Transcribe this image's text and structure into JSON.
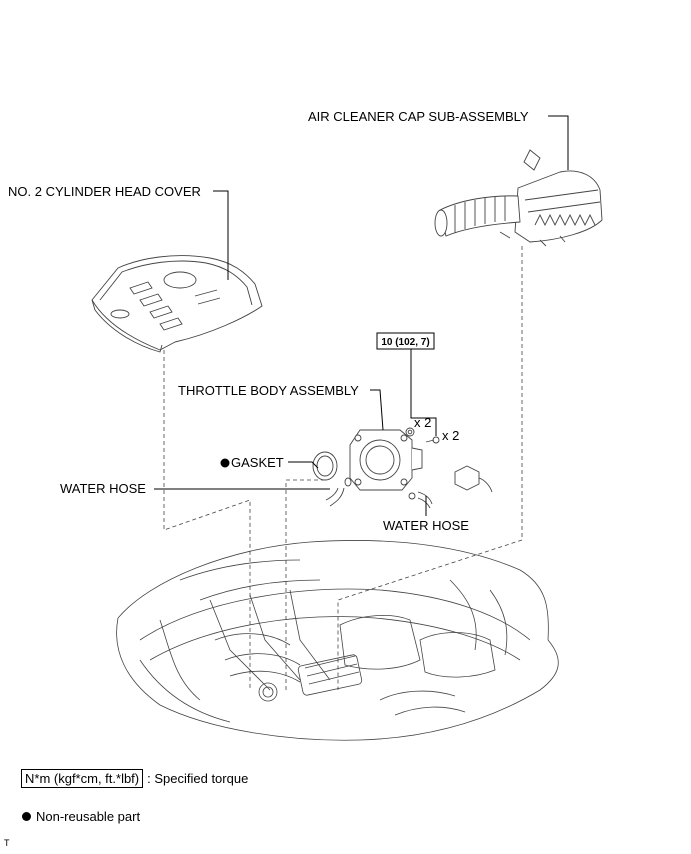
{
  "callouts": {
    "air_cleaner_cap": "AIR CLEANER CAP SUB-ASSEMBLY",
    "cylinder_head_cover": "NO. 2 CYLINDER HEAD COVER",
    "torque_value": "10 (102, 7)",
    "throttle_body": "THROTTLE BODY ASSEMBLY",
    "qty_nut": "x 2",
    "qty_bolt": "x 2",
    "gasket": "GASKET",
    "water_hose_left": "WATER HOSE",
    "water_hose_right": "WATER HOSE"
  },
  "legend": {
    "torque_unit": "N*m (kgf*cm, ft.*lbf)",
    "torque_desc": ": Specified torque",
    "nonreusable_desc": "Non-reusable part"
  },
  "corner_mark": "T"
}
